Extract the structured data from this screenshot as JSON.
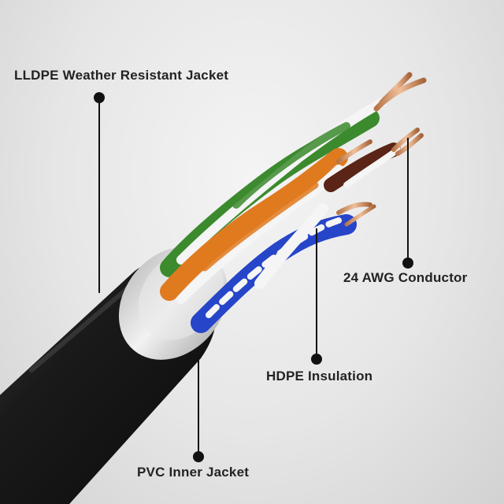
{
  "labels": {
    "outer_jacket": "LLDPE Weather Resistant Jacket",
    "conductor": "24 AWG Conductor",
    "insulation": "HDPE Insulation",
    "inner_jacket": "PVC Inner Jacket"
  },
  "colors": {
    "jacket": "#161616",
    "inner_jacket": "#d9d9d9",
    "pair_green": "#3c8a2e",
    "pair_orange": "#e07a1f",
    "pair_blue": "#2645c8",
    "pair_brown": "#5a2416",
    "stripe_white": "#f5f5f5",
    "copper": "#d89a6a",
    "callout": "#111111"
  }
}
